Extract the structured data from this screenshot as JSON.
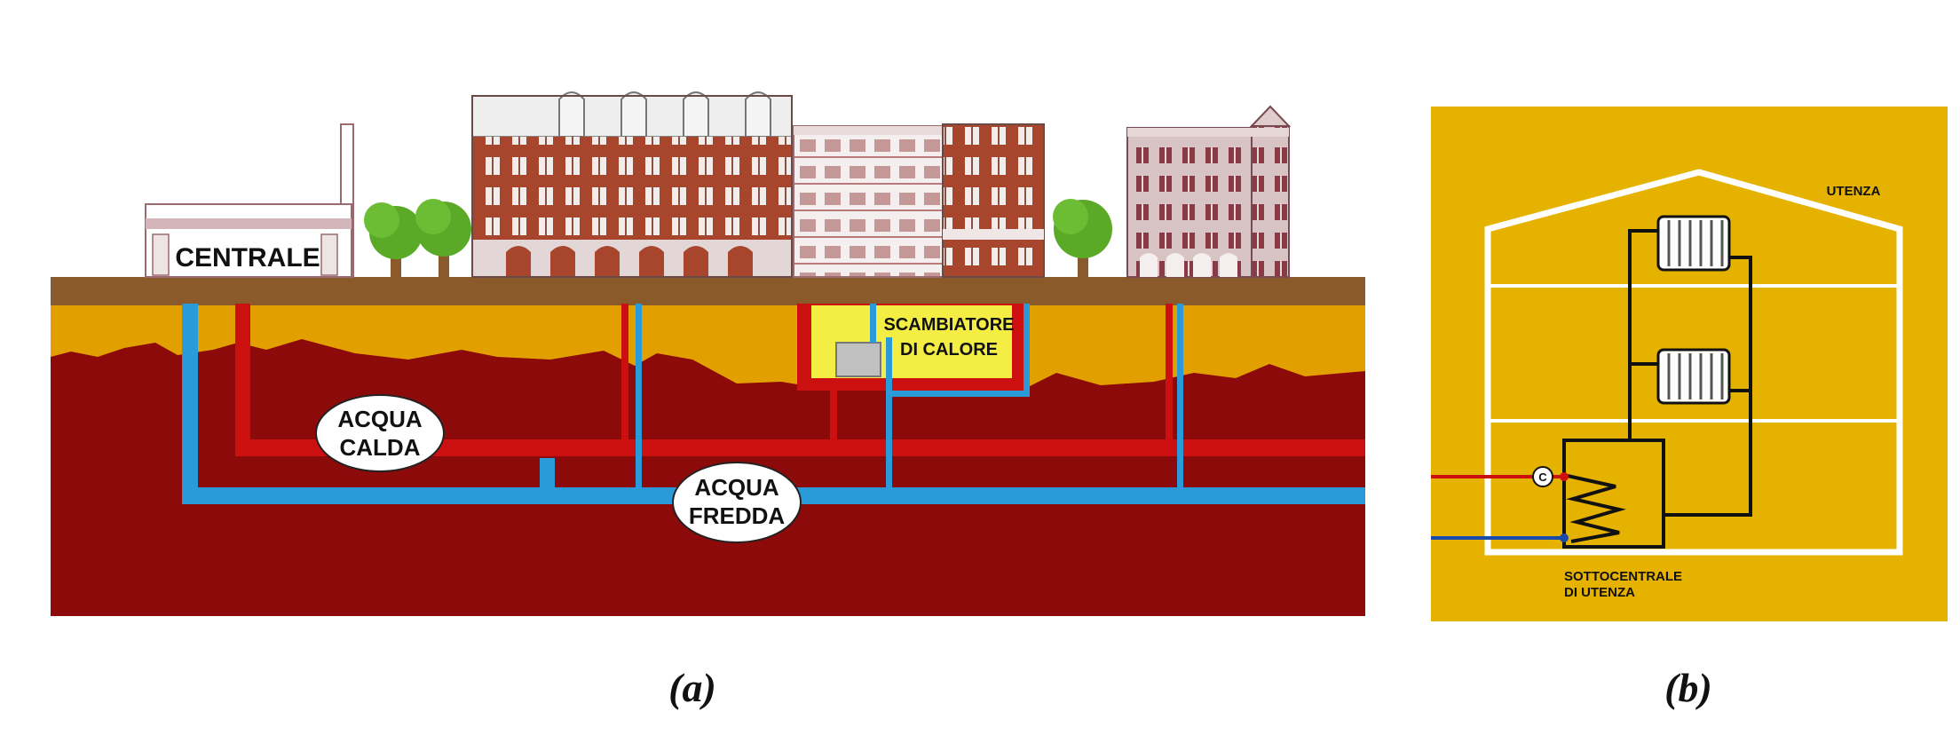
{
  "panel_a": {
    "centrale_label": "CENTRALE",
    "scambiatore_line1": "SCAMBIATORE",
    "scambiatore_line2": "DI CALORE",
    "acqua_calda_line1": "ACQUA",
    "acqua_calda_line2": "CALDA",
    "acqua_fredda_line1": "ACQUA",
    "acqua_fredda_line2": "FREDDA",
    "caption": "(a)"
  },
  "panel_b": {
    "utenza_label": "UTENZA",
    "sottocentrale_line1": "SOTTOCENTRALE",
    "sottocentrale_line2": "DI UTENZA",
    "valve_symbol": "C",
    "caption": "(b)"
  },
  "colors": {
    "ground": "#8c0a0a",
    "soil": "#e2a000",
    "road": "#8a5a2a",
    "hot_pipe": "#cc1010",
    "cold_pipe": "#2a9ad8",
    "panel_b_bg": "#e6b200",
    "tree": "#5aaa28",
    "brick": "#a8452d"
  }
}
